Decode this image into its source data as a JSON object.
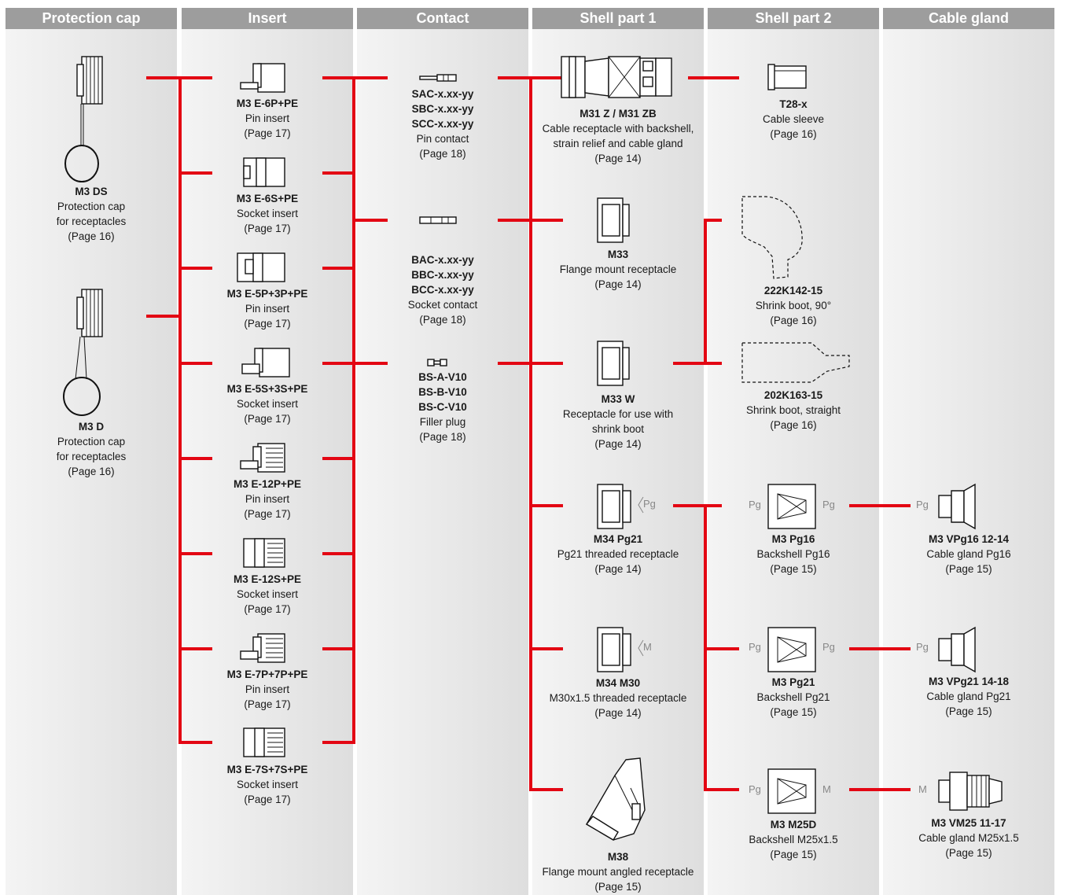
{
  "colors": {
    "wire": "#e30613",
    "header": "#9d9d9d"
  },
  "columns": [
    "Protection cap",
    "Insert",
    "Contact",
    "Shell part 1",
    "Shell part 2",
    "Cable gland"
  ],
  "caps": [
    {
      "name": "M3 DS",
      "l1": "Protection cap",
      "l2": "for receptacles",
      "l3": "(Page 16)"
    },
    {
      "name": "M3 D",
      "l1": "Protection cap",
      "l2": "for receptacles",
      "l3": "(Page 16)"
    }
  ],
  "inserts": [
    {
      "name": "M3 E-6P+PE",
      "l1": "Pin insert",
      "l2": "(Page 17)"
    },
    {
      "name": "M3 E-6S+PE",
      "l1": "Socket insert",
      "l2": "(Page 17)"
    },
    {
      "name": "M3 E-5P+3P+PE",
      "l1": "Pin insert",
      "l2": "(Page 17)"
    },
    {
      "name": "M3 E-5S+3S+PE",
      "l1": "Socket insert",
      "l2": "(Page 17)"
    },
    {
      "name": "M3 E-12P+PE",
      "l1": "Pin insert",
      "l2": "(Page 17)"
    },
    {
      "name": "M3 E-12S+PE",
      "l1": "Socket insert",
      "l2": "(Page 17)"
    },
    {
      "name": "M3 E-7P+7P+PE",
      "l1": "Pin insert",
      "l2": "(Page 17)"
    },
    {
      "name": "M3 E-7S+7S+PE",
      "l1": "Socket insert",
      "l2": "(Page 17)"
    }
  ],
  "contacts": [
    {
      "n1": "SAC-x.xx-yy",
      "n2": "SBC-x.xx-yy",
      "n3": "SCC-x.xx-yy",
      "l1": "Pin contact",
      "l2": "(Page 18)"
    },
    {
      "n1": "BAC-x.xx-yy",
      "n2": "BBC-x.xx-yy",
      "n3": "BCC-x.xx-yy",
      "l1": "Socket contact",
      "l2": "(Page 18)"
    },
    {
      "n1": "BS-A-V10",
      "n2": "BS-B-V10",
      "n3": "BS-C-V10",
      "l1": "Filler plug",
      "l2": "(Page 18)"
    }
  ],
  "shell1": [
    {
      "name": "M31 Z / M31 ZB",
      "l1": "Cable receptacle with backshell,",
      "l2": "strain relief and cable gland",
      "l3": "(Page 14)"
    },
    {
      "name": "M33",
      "l1": "Flange mount receptacle",
      "l2": "(Page 14)"
    },
    {
      "name": "M33 W",
      "l1": "Receptacle for use with",
      "l2": "shrink boot",
      "l3": "(Page 14)"
    },
    {
      "name": "M34 Pg21",
      "l1": "Pg21 threaded receptacle",
      "l2": "(Page 14)",
      "thread": "Pg"
    },
    {
      "name": "M34 M30",
      "l1": "M30x1.5 threaded receptacle",
      "l2": "(Page 14)",
      "thread": "M"
    },
    {
      "name": "M38",
      "l1": "Flange mount angled receptacle",
      "l2": "(Page 15)"
    }
  ],
  "shell2": [
    {
      "name": "T28-x",
      "l1": "Cable sleeve",
      "l2": "(Page 16)"
    },
    {
      "name": "222K142-15",
      "l1": "Shrink boot, 90°",
      "l2": "(Page 16)"
    },
    {
      "name": "202K163-15",
      "l1": "Shrink boot, straight",
      "l2": "(Page 16)"
    },
    {
      "name": "M3 Pg16",
      "l1": "Backshell Pg16",
      "l2": "(Page 15)",
      "tin": "Pg",
      "tout": "Pg"
    },
    {
      "name": "M3 Pg21",
      "l1": "Backshell Pg21",
      "l2": "(Page 15)",
      "tin": "Pg",
      "tout": "Pg"
    },
    {
      "name": "M3 M25D",
      "l1": "Backshell M25x1.5",
      "l2": "(Page 15)",
      "tin": "Pg",
      "tout": "M"
    }
  ],
  "glands": [
    {
      "name": "M3 VPg16 12-14",
      "l1": "Cable gland Pg16",
      "l2": "(Page 15)",
      "tin": "Pg"
    },
    {
      "name": "M3 VPg21 14-18",
      "l1": "Cable gland Pg21",
      "l2": "(Page 15)",
      "tin": "Pg"
    },
    {
      "name": "M3 VM25 11-17",
      "l1": "Cable gland M25x1.5",
      "l2": "(Page 15)",
      "tin": "M"
    }
  ]
}
